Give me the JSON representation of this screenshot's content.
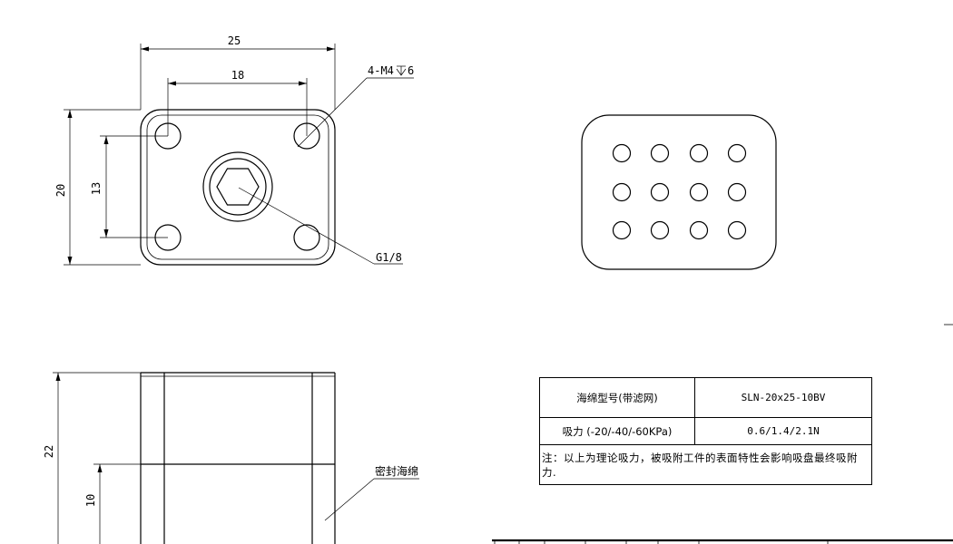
{
  "dimensions": {
    "width_25": "25",
    "spacing_18": "18",
    "height_20": "20",
    "spacing_13": "13",
    "height_22": "22",
    "height_10": "10"
  },
  "callouts": {
    "holes": "4-M4",
    "hole_depth": "6",
    "port": "G1/8",
    "seal": "密封海绵"
  },
  "spec_table": {
    "model_label": "海绵型号(带滤网)",
    "model_value": "SLN-20x25-10BV",
    "suction_label": "吸力 (-20/-40/-60KPa)",
    "suction_value": "0.6/1.4/2.1N",
    "note": "注：以上为理论吸力，被吸附工件的表面特性会影响吸盘最终吸附力."
  }
}
